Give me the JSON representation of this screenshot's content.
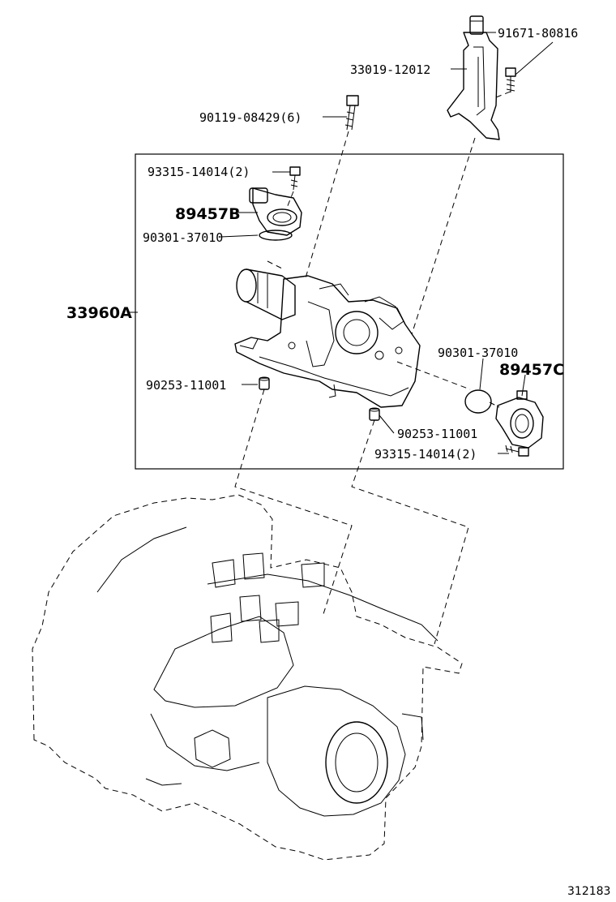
{
  "labels": {
    "p91671": "91671-80816",
    "p33019": "33019-12012",
    "p90119": "90119-08429(6)",
    "p93315_top": "93315-14014(2)",
    "p89457B": "89457B",
    "p90301_top": "90301-37010",
    "p33960A": "33960A",
    "p90301_right": "90301-37010",
    "p89457C": "89457C",
    "p90253_left": "90253-11001",
    "p90253_right": "90253-11001",
    "p93315_bottom": "93315-14014(2)"
  },
  "figure_number": "312183"
}
